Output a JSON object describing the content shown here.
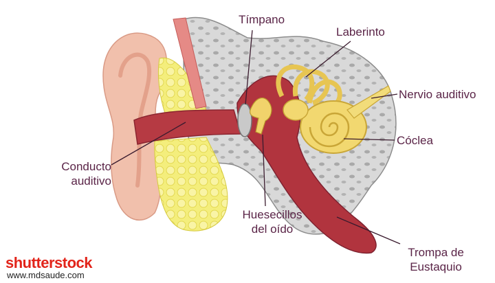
{
  "labels": {
    "timpano": "Tímpano",
    "laberinto": "Laberinto",
    "nervio": "Nervio auditivo",
    "coclea": "Cóclea",
    "conducto_line1": "Conducto",
    "conducto_line2": "auditivo",
    "huesecillos_line1": "Huesecillos",
    "huesecillos_line2": "del oído",
    "trompa_line1": "Trompa de",
    "trompa_line2": "Eustaquio"
  },
  "watermark": {
    "brand": "shutterstock",
    "site": "www.mdsaude.com"
  },
  "colors": {
    "label_text": "#5a2447",
    "skin": "#f2c3b0",
    "bone": "#d3d3d3",
    "fat": "#f3ec7a",
    "canal": "#b0343d",
    "inner_ear": "#f0d36a",
    "brand": "#e2241a"
  }
}
